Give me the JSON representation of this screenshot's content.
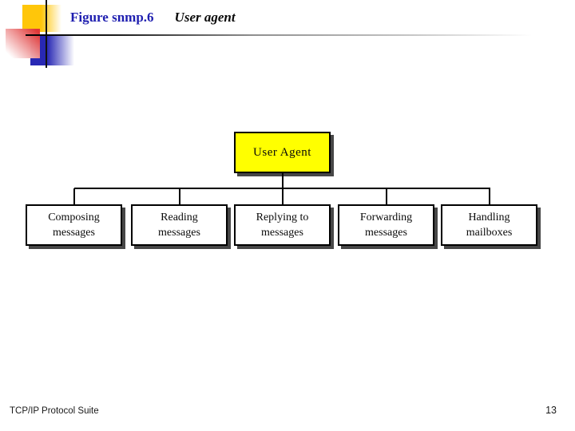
{
  "slide": {
    "figure_label": "Figure snmp.6",
    "figure_caption": "User agent",
    "footer": "TCP/IP Protocol Suite",
    "page_number": "13"
  },
  "diagram": {
    "root_label": "User Agent",
    "children": [
      {
        "label": "Composing\nmessages"
      },
      {
        "label": "Reading\nmessages"
      },
      {
        "label": "Replying to\nmessages"
      },
      {
        "label": "Forwarding\nmessages"
      },
      {
        "label": "Handling\nmailboxes"
      }
    ]
  },
  "colors": {
    "title_blue": "#1f1fb0",
    "root_box_fill": "#ffff00",
    "child_box_fill": "#ffffff",
    "line": "#000000",
    "shadow": "#474747",
    "accent_yellow": "#ffc60a",
    "accent_red": "#e03838",
    "accent_blue": "#2828b4"
  }
}
